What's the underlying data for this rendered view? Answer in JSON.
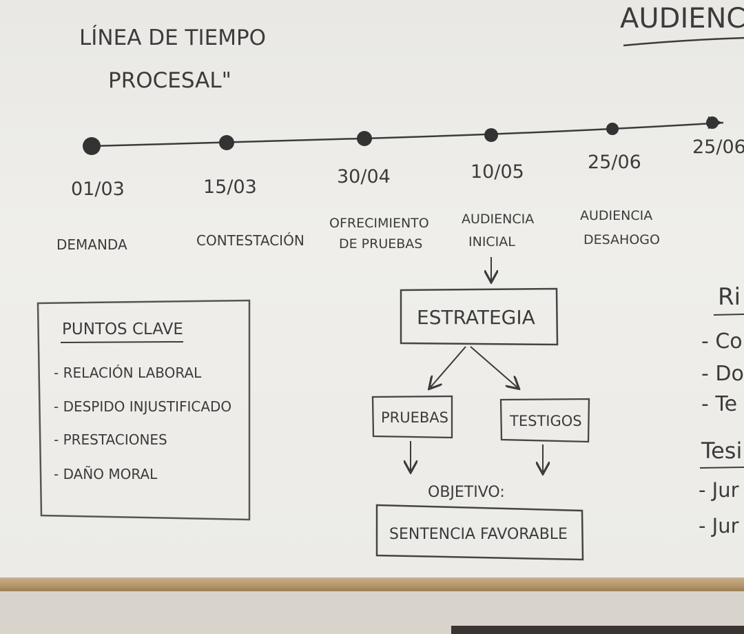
{
  "title": {
    "line1": "LÍNEA DE TIEMPO",
    "line2": "PROCESAL\""
  },
  "corner_title": "AUDIENC",
  "timeline": [
    {
      "date": "01/03",
      "stage1": "DEMANDA",
      "stage2": ""
    },
    {
      "date": "15/03",
      "stage1": "CONTESTACIÓN",
      "stage2": ""
    },
    {
      "date": "30/04",
      "stage1": "OFRECIMIENTO",
      "stage2": "DE PRUEBAS"
    },
    {
      "date": "10/05",
      "stage1": "AUDIENCIA",
      "stage2": "INICIAL"
    },
    {
      "date": "25/06",
      "stage1": "AUDIENCIA",
      "stage2": "DESAHOGO"
    },
    {
      "date": "25/06",
      "stage1": "",
      "stage2": ""
    }
  ],
  "key_points": {
    "heading": "PUNTOS CLAVE",
    "items": [
      "- RELACIÓN LABORAL",
      "- DESPIDO INJUSTIFICADO",
      "- PRESTACIONES",
      "- DAÑO MORAL"
    ]
  },
  "strategy": {
    "title": "ESTRATEGIA",
    "branch_left": "PRUEBAS",
    "branch_right": "TESTIGOS",
    "goal_label": "OBJETIVO:",
    "goal": "SENTENCIA FAVORABLE"
  },
  "right_column": {
    "heading1": "Ri",
    "items1": [
      "- Co",
      "- Do",
      "- Te"
    ],
    "heading2": "Tesi",
    "items2": [
      "- Jur",
      "- Jur"
    ]
  }
}
